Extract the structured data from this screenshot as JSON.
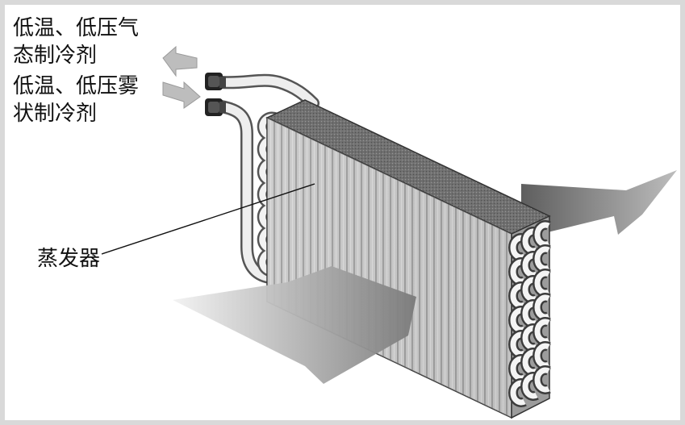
{
  "labels": {
    "outlet_line1": "低温、低压气",
    "outlet_line2": "态制冷剂",
    "inlet_line1": "低温、低压雾",
    "inlet_line2": "状制冷剂",
    "evaporator": "蒸发器"
  },
  "colors": {
    "background": "#ffffff",
    "frame": "#d9d9d9",
    "text": "#111111",
    "fin_light": "#d4d4d4",
    "fin_dark": "#8a8a8a",
    "top_face": "#6e6e6e",
    "side_face": "#9a9a9a",
    "tube_white": "#f4f4f4",
    "airflow_light": "#f0f0f0",
    "airflow_dark": "#6a6a6a",
    "fitting_black": "#222222"
  },
  "icons": {
    "outlet_arrow": "arrow-left-icon",
    "inlet_arrow": "arrow-right-icon"
  }
}
